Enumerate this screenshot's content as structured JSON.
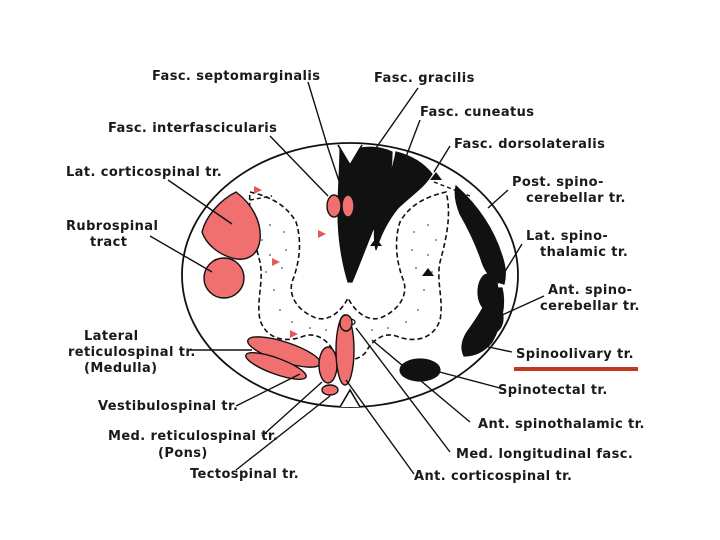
{
  "labels": {
    "fasc_septomarginalis": "Fasc. septomarginalis",
    "fasc_gracilis": "Fasc. gracilis",
    "fasc_cuneatus": "Fasc. cuneatus",
    "fasc_interfascicularis": "Fasc. interfascicularis",
    "fasc_dorsolateralis": "Fasc. dorsolateralis",
    "lat_corticospinal": "Lat. corticospinal tr.",
    "post_spinocerebellar_1": "Post. spino-",
    "post_spinocerebellar_2": "cerebellar tr.",
    "rubrospinal_1": "Rubrospinal",
    "rubrospinal_2": "tract",
    "lat_spinothalamic_1": "Lat. spino-",
    "lat_spinothalamic_2": "thalamic tr.",
    "ant_spinocerebellar_1": "Ant. spino-",
    "ant_spinocerebellar_2": "cerebellar tr.",
    "lat_reticulospinal_1": "Lateral",
    "lat_reticulospinal_2": "reticulospinal tr.",
    "lat_reticulospinal_3": "(Medulla)",
    "spinoolivary": "Spinoolivary tr.",
    "spinotectal": "Spinotectal tr.",
    "vestibulospinal": "Vestibulospinal tr.",
    "ant_spinothalamic": "Ant. spinothalamic tr.",
    "med_reticulospinal_1": "Med. reticulospinal tr.",
    "med_reticulospinal_2": "(Pons)",
    "med_longitudinal": "Med. longitudinal fasc.",
    "tectospinal": "Tectospinal tr.",
    "ant_corticospinal": "Ant. corticospinal tr."
  },
  "colors": {
    "descending_tract": "#f07070",
    "ascending_tract": "#111111",
    "highlight_underline": "#c0381f"
  }
}
